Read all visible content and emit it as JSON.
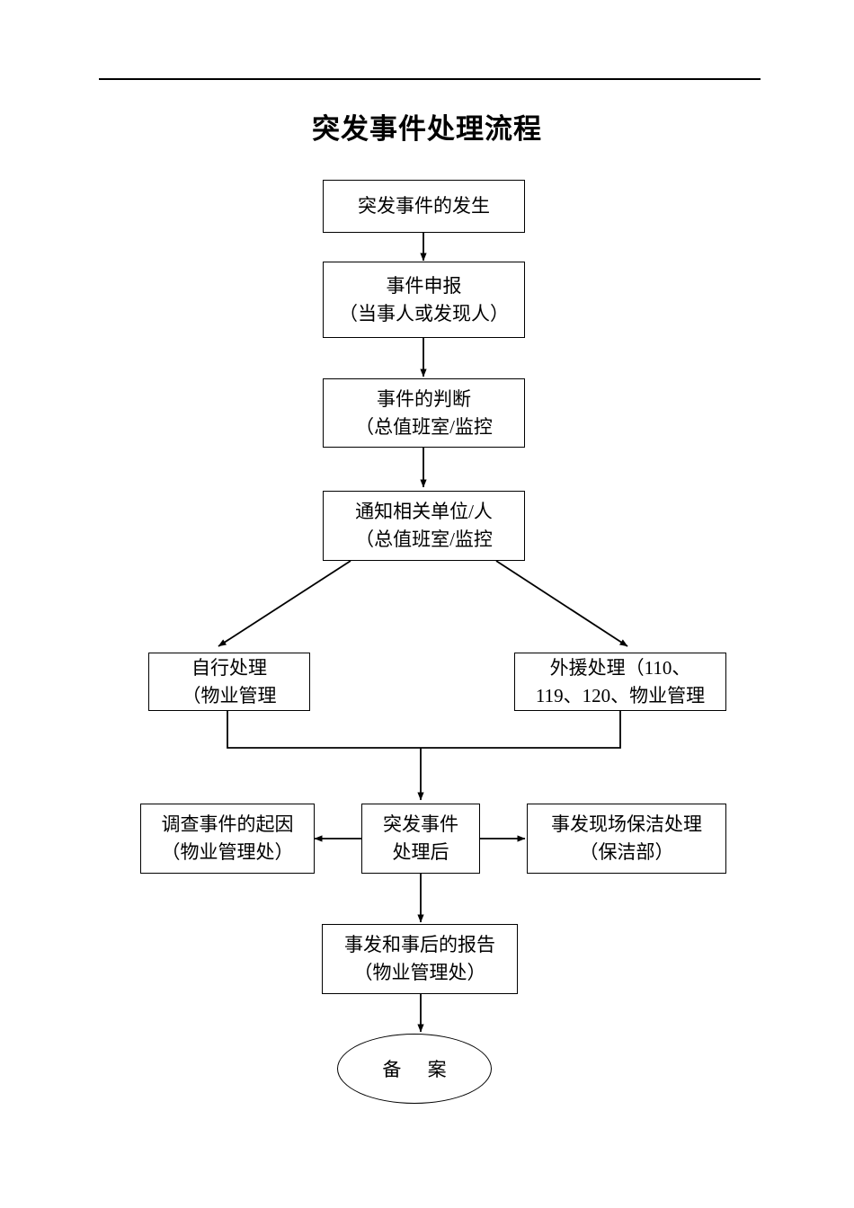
{
  "document": {
    "title": "突发事件处理流程",
    "has_top_rule": true,
    "ink_color": "#000000",
    "paper_color": "#ffffff"
  },
  "flowchart": {
    "type": "flowchart",
    "orientation": "top-to-bottom",
    "nodes": [
      {
        "id": "n1",
        "shape": "rectangle",
        "lines": [
          "突发事件的发生"
        ],
        "line1": "突发事件的发生",
        "line2": ""
      },
      {
        "id": "n2",
        "shape": "rectangle",
        "lines": [
          "事件申报",
          "（当事人或发现人）"
        ],
        "line1": "事件申报",
        "line2": "（当事人或发现人）"
      },
      {
        "id": "n3",
        "shape": "rectangle",
        "lines": [
          "事件的判断",
          "（总值班室/监控"
        ],
        "line1": "事件的判断",
        "line2": "（总值班室/监控"
      },
      {
        "id": "n4",
        "shape": "rectangle",
        "lines": [
          "通知相关单位/人",
          "（总值班室/监控"
        ],
        "line1": "通知相关单位/人",
        "line2": "（总值班室/监控"
      },
      {
        "id": "n5",
        "shape": "rectangle",
        "lines": [
          "自行处理",
          "（物业管理"
        ],
        "line1": "自行处理",
        "line2": "（物业管理"
      },
      {
        "id": "n6",
        "shape": "rectangle",
        "lines": [
          "外援处理（110、",
          "119、120、物业管理"
        ],
        "line1": "外援处理（110、",
        "line2": "119、120、物业管理"
      },
      {
        "id": "n7",
        "shape": "rectangle",
        "lines": [
          "调查事件的起因",
          "（物业管理处）"
        ],
        "line1": "调查事件的起因",
        "line2": "（物业管理处）"
      },
      {
        "id": "n8",
        "shape": "rectangle",
        "lines": [
          "突发事件",
          "处理后"
        ],
        "line1": "突发事件",
        "line2": "处理后"
      },
      {
        "id": "n9",
        "shape": "rectangle",
        "lines": [
          "事发现场保洁处理",
          "（保洁部）"
        ],
        "line1": "事发现场保洁处理",
        "line2": "（保洁部）"
      },
      {
        "id": "n10",
        "shape": "rectangle",
        "lines": [
          "事发和事后的报告",
          "（物业管理处）"
        ],
        "line1": "事发和事后的报告",
        "line2": "（物业管理处）"
      },
      {
        "id": "n11",
        "shape": "ellipse",
        "lines": [
          "备 案"
        ],
        "line1": "备 案",
        "line2": ""
      }
    ],
    "edges": [
      {
        "from": "n1",
        "to": "n2",
        "style": "straight-down"
      },
      {
        "from": "n2",
        "to": "n3",
        "style": "straight-down"
      },
      {
        "from": "n3",
        "to": "n4",
        "style": "straight-down"
      },
      {
        "from": "n4",
        "to": "n5",
        "style": "diagonal-left"
      },
      {
        "from": "n4",
        "to": "n6",
        "style": "diagonal-right"
      },
      {
        "from": "n5",
        "to": "n8",
        "style": "merge-elbow"
      },
      {
        "from": "n6",
        "to": "n8",
        "style": "merge-elbow"
      },
      {
        "from": "n8",
        "to": "n7",
        "style": "straight-left"
      },
      {
        "from": "n8",
        "to": "n9",
        "style": "straight-right"
      },
      {
        "from": "n8",
        "to": "n10",
        "style": "straight-down"
      },
      {
        "from": "n10",
        "to": "n11",
        "style": "straight-down"
      }
    ]
  }
}
